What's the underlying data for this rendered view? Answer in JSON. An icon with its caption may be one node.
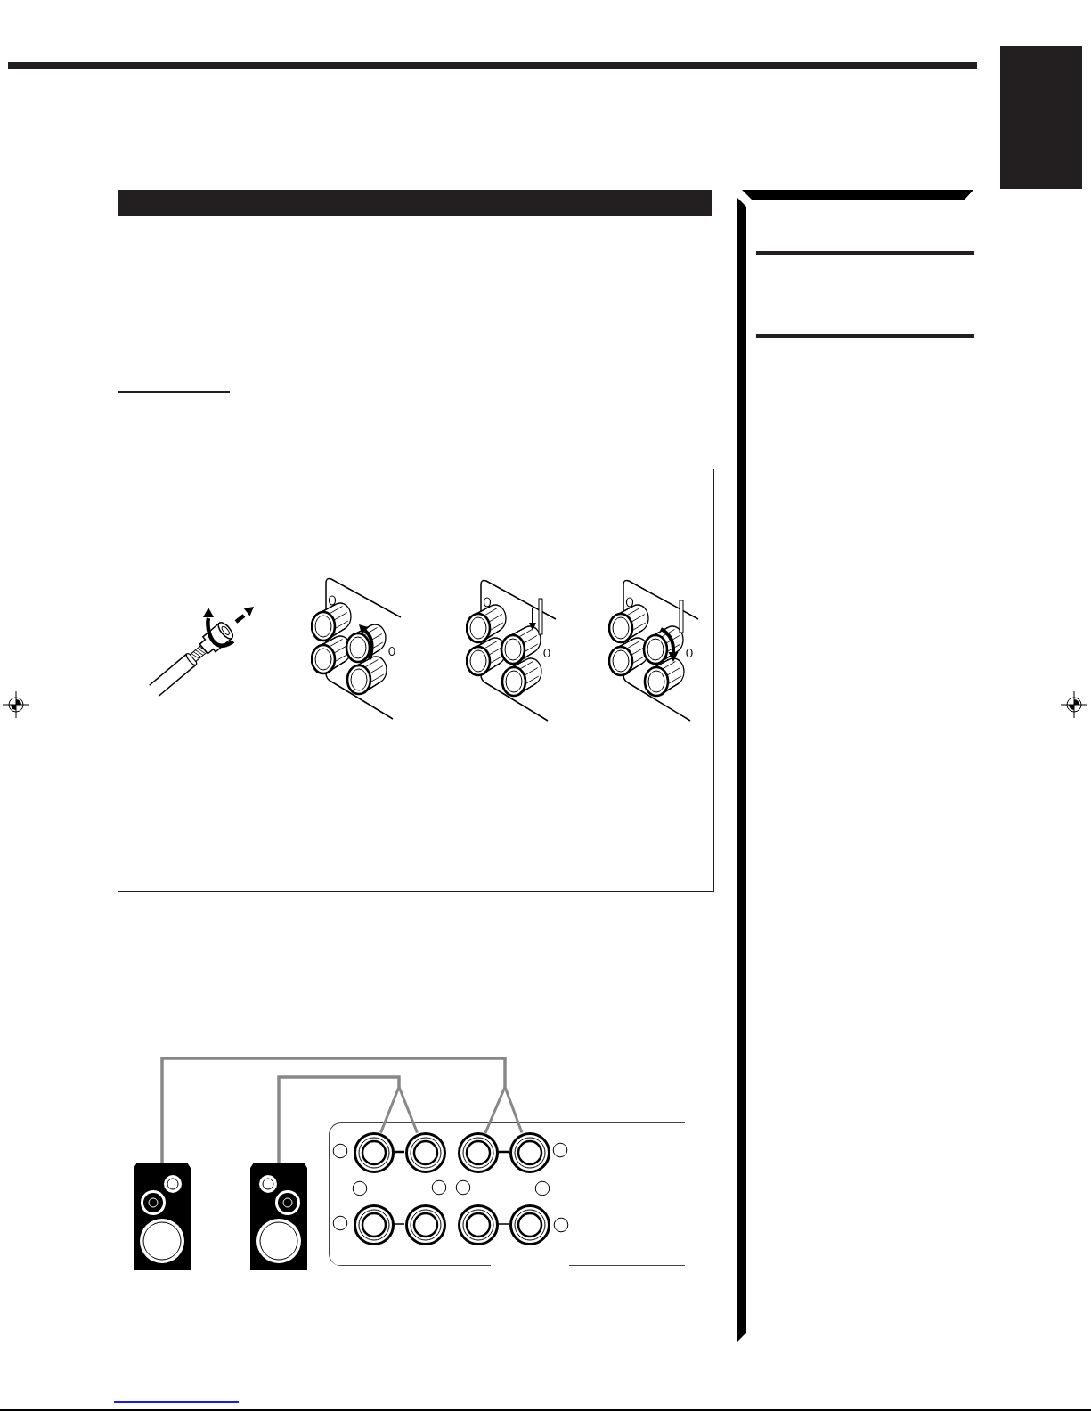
{
  "diagram": {
    "nodes": [
      {
        "text": [],
        "shape": "bar"
      },
      {
        "text": [],
        "shape": "speaker"
      },
      {
        "text": [],
        "shape": "speaker"
      },
      {
        "text": [],
        "shape": "box"
      },
      {
        "text": [],
        "shape": "circle",
        "in": 3
      },
      {
        "text": [],
        "shape": "circle",
        "in": 3
      },
      {
        "text": [],
        "shape": "circle",
        "in": 3
      },
      {
        "text": [],
        "shape": "circle",
        "in": 3
      },
      {
        "text": [],
        "shape": "circle",
        "in": 3
      },
      {
        "text": [],
        "shape": "circle",
        "in": 3
      },
      {
        "text": [],
        "shape": "circle",
        "in": 3
      },
      {
        "text": [],
        "shape": "circle",
        "in": 3
      }
    ],
    "edges": [
      {
        "from": 1,
        "to": 6,
        "arrow": "none",
        "color": "#888888"
      },
      {
        "from": 1,
        "to": 7,
        "arrow": "none",
        "color": "#888888"
      },
      {
        "from": 2,
        "to": 4,
        "arrow": "none",
        "color": "#888888"
      },
      {
        "from": 2,
        "to": 5,
        "arrow": "none",
        "color": "#888888"
      },
      {
        "from": 4,
        "to": 5,
        "arrow": "none",
        "color": "#000000"
      },
      {
        "from": 6,
        "to": 7,
        "arrow": "none",
        "color": "#000000"
      },
      {
        "from": 8,
        "to": 9,
        "arrow": "none",
        "color": "#000000"
      },
      {
        "from": 10,
        "to": 11,
        "arrow": "none",
        "color": "#000000"
      }
    ]
  }
}
